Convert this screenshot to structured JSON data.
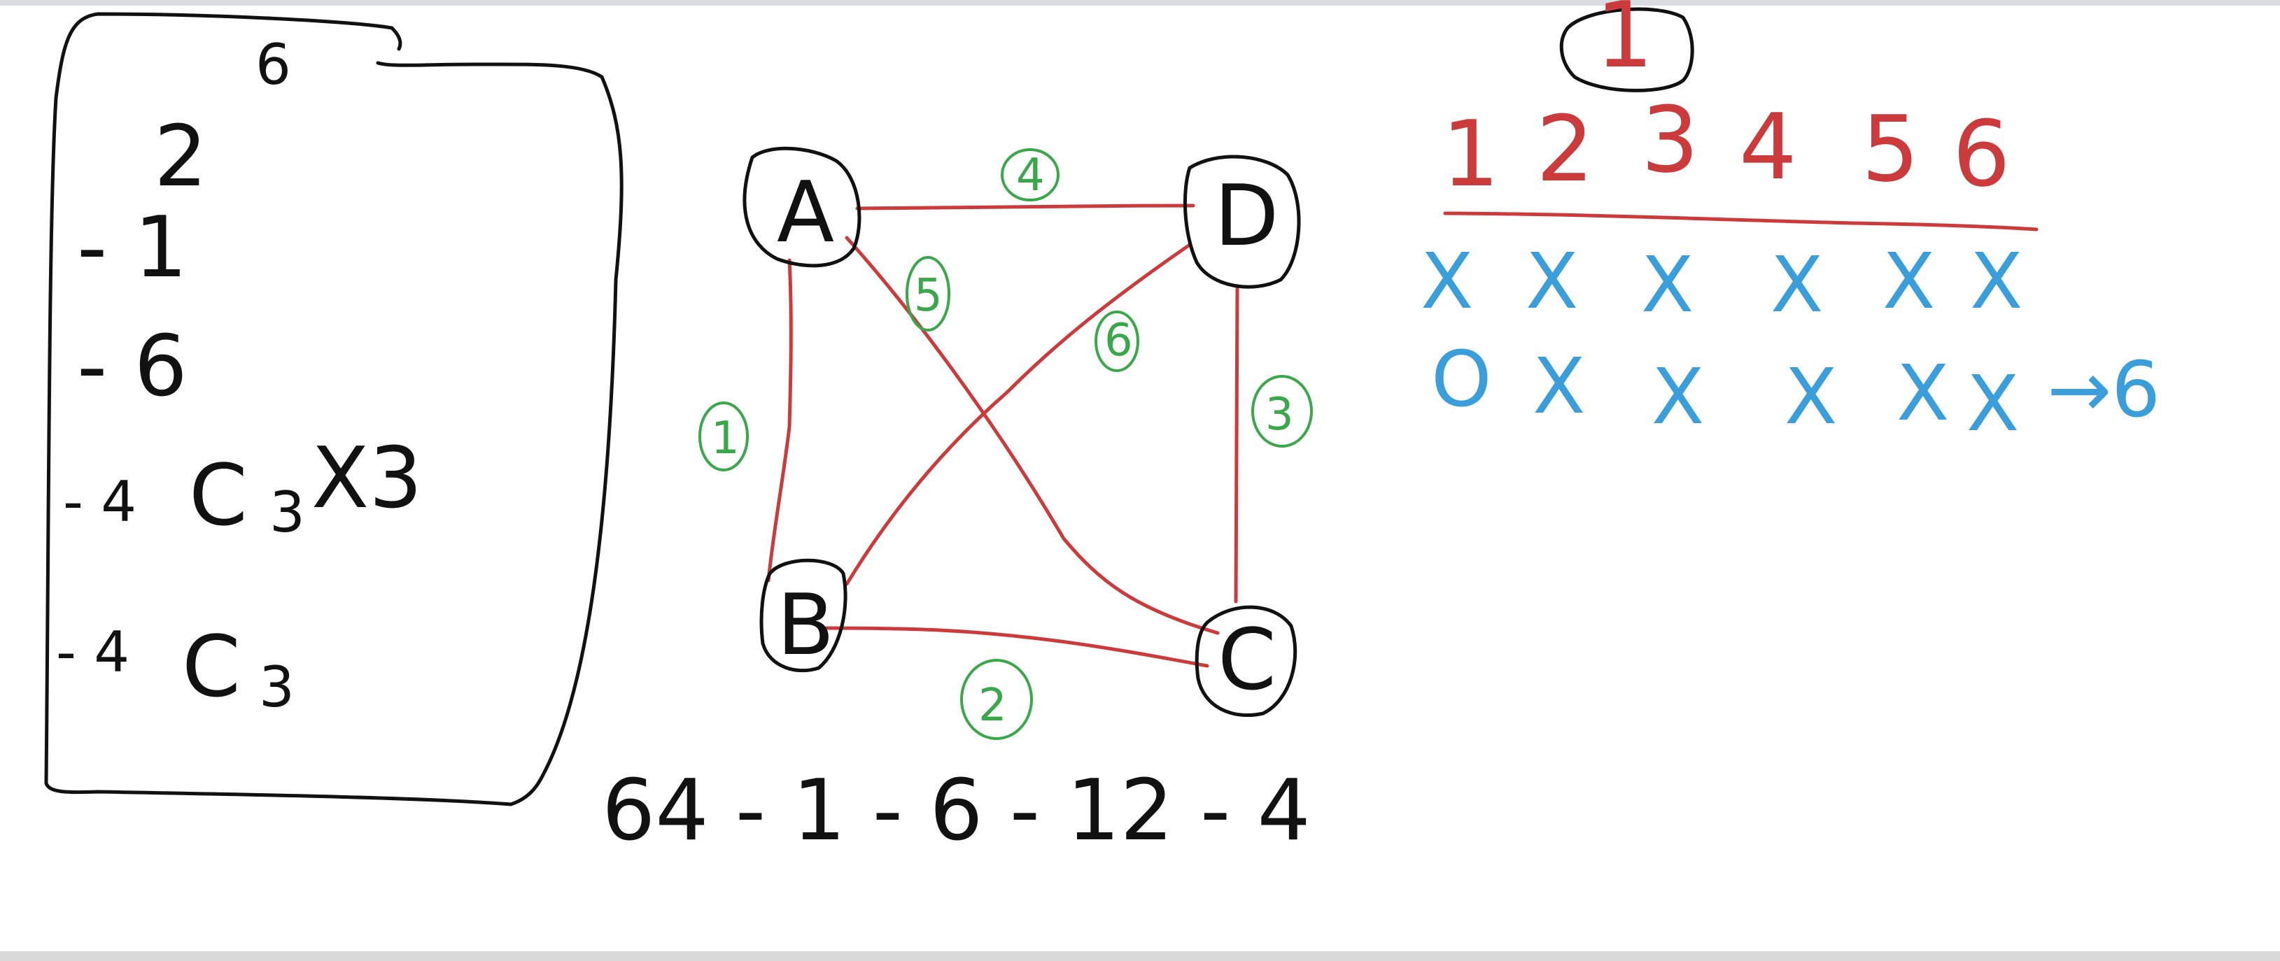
{
  "colors": {
    "black_ink": "#111111",
    "red_ink": "#cc3b3b",
    "green_ink": "#3aa84a",
    "blue_ink": "#3a9edb",
    "top_bar": "#d9dde3",
    "bottom_bar": "#d9d9d9"
  },
  "box_calc": {
    "base": "2",
    "exponent": "6",
    "line1": "- 1",
    "line2": "- 6",
    "line3_prefix": "- 4",
    "line3_c": "C",
    "line3_sub": "3",
    "line3_suffix": "X3",
    "line4_prefix": "- 4",
    "line4_c": "C",
    "line4_sub": "3"
  },
  "graph": {
    "nodes": {
      "A": "A",
      "B": "B",
      "C": "C",
      "D": "D"
    },
    "edge_labels": {
      "AD": "4",
      "AC": "5",
      "BD": "6",
      "AB": "1",
      "DC": "3",
      "BC": "2"
    }
  },
  "bottom_expression": "64 - 1 - 6 - 12 - 4",
  "red_header": {
    "circled_label": "1",
    "numbers": [
      "1",
      "2",
      "3",
      "4",
      "5",
      "6"
    ]
  },
  "blue_rows": {
    "row1": [
      "X",
      "X",
      "X",
      "X",
      "X",
      "X"
    ],
    "row2": [
      "O",
      "X",
      "X",
      "X",
      "X",
      "X"
    ],
    "row2_result": "→6"
  }
}
